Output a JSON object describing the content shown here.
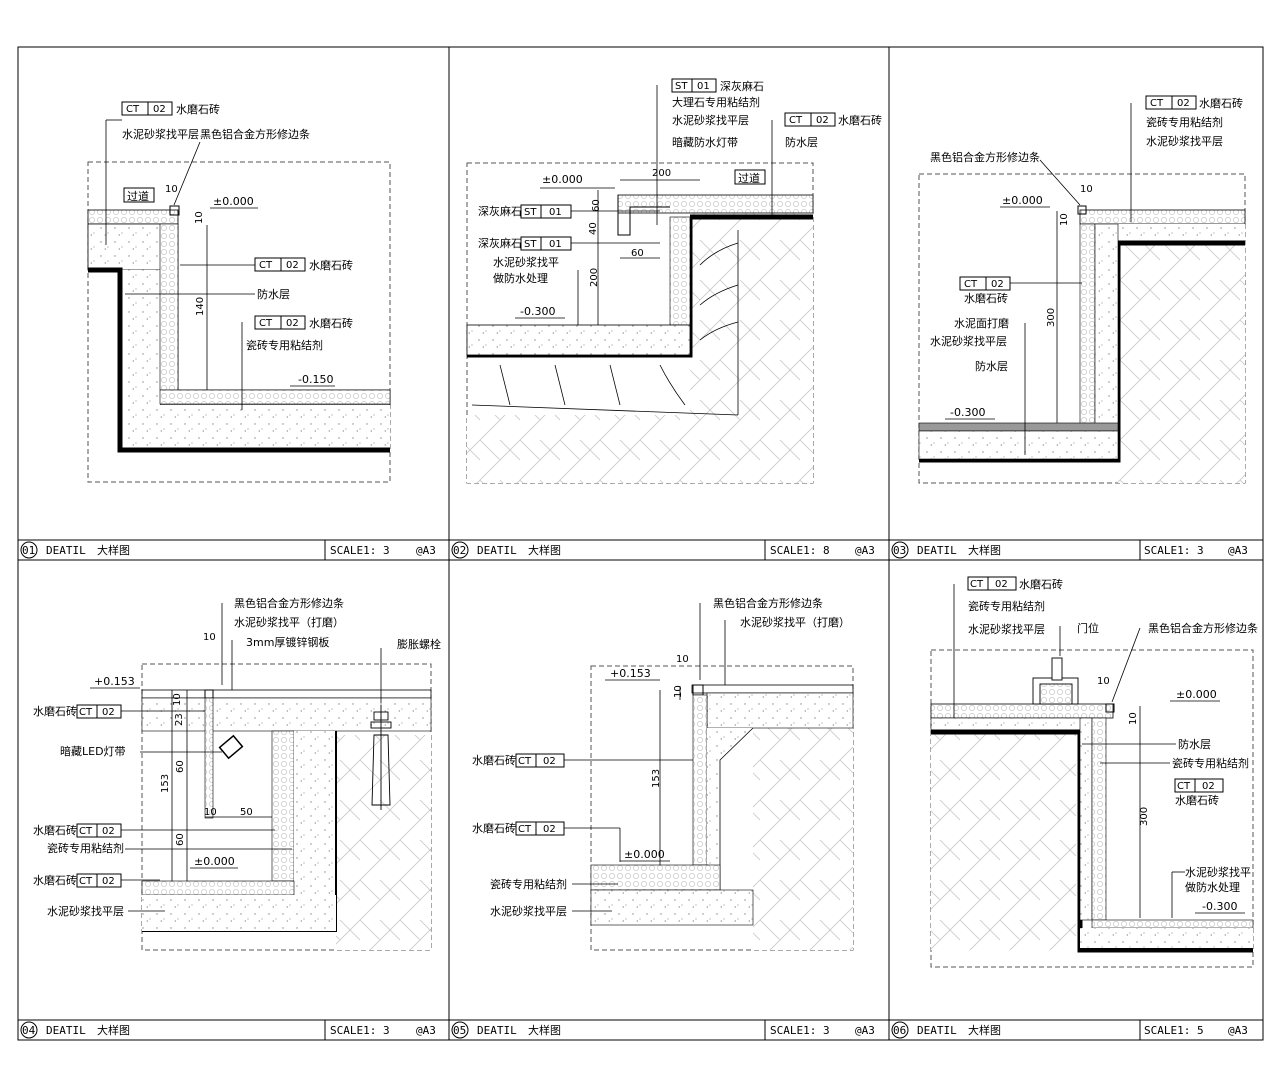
{
  "tags": {
    "ct": "CT",
    "st": "ST",
    "n01": "01",
    "n02": "02"
  },
  "common": {
    "title_code": "DEATIL",
    "title_cn": "大样图",
    "paper": "@A3"
  },
  "panels": [
    {
      "num": "01",
      "scale": "SCALE1: 3"
    },
    {
      "num": "02",
      "scale": "SCALE1: 8"
    },
    {
      "num": "03",
      "scale": "SCALE1: 3"
    },
    {
      "num": "04",
      "scale": "SCALE1: 3"
    },
    {
      "num": "05",
      "scale": "SCALE1: 3"
    },
    {
      "num": "06",
      "scale": "SCALE1: 5"
    }
  ],
  "mat": {
    "terrazzo": "水磨石砖",
    "mortar_level": "水泥砂浆找平层",
    "al_trim": "黑色铝合金方形修边条",
    "waterproof": "防水层",
    "tile_adhesive": "瓷砖专用粘结剂",
    "dark_granite": "深灰麻石",
    "marble_adhesive": "大理石专用粘结剂",
    "led_hidden_wp": "暗藏防水灯带",
    "mortar_wp": "水泥砂浆找平",
    "do_wp": "做防水处理",
    "cement_grind": "水泥面打磨",
    "mortar_ground": "水泥砂浆找平（打磨）",
    "steel_3mm": "3mm厚镀锌钢板",
    "expansion_bolt": "膨胀螺栓",
    "led_hidden": "暗藏LED灯带",
    "passage": "过道",
    "door_pos": "门位"
  },
  "levels": {
    "zero": "±0.000",
    "m150": "-0.150",
    "m300": "-0.300",
    "p153": "+0.153"
  },
  "dims": {
    "d10": "10",
    "d140": "140",
    "d200": "200",
    "d60": "60",
    "d40": "40",
    "d300": "300",
    "d23": "23",
    "d153": "153",
    "d50": "50"
  }
}
